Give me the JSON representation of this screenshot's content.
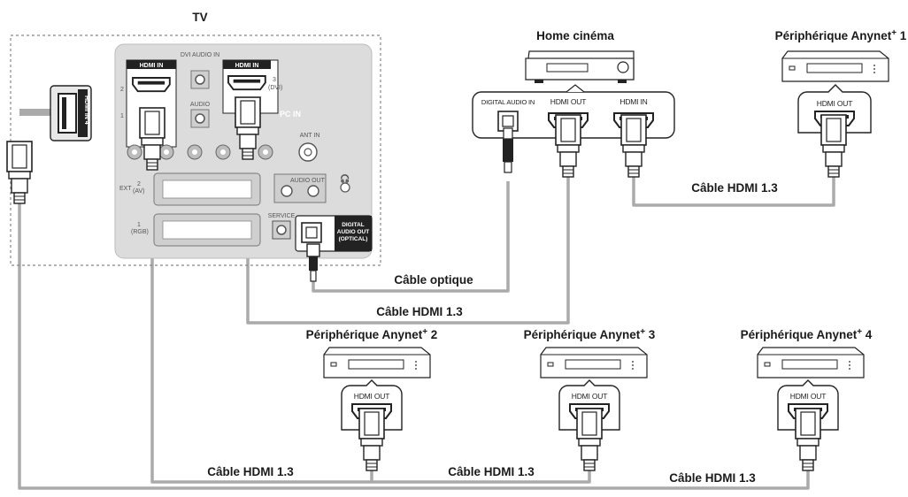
{
  "tv": {
    "label": "TV",
    "side_port_label": "HDMI IN 4",
    "panel": {
      "hdmi_in_label": "HDMI IN",
      "hdmi_in_3_label": "HDMI IN",
      "port_2": "2",
      "port_1": "1",
      "port_3": "3",
      "port_3_sub": "(DVI)",
      "dvi_audio_in": "DVI AUDIO IN",
      "audio": "AUDIO",
      "pc_in": "PC IN",
      "ant_in": "ANT IN",
      "ext": "EXT",
      "ext_2": "2",
      "ext_2_sub": "(AV)",
      "ext_1": "1",
      "ext_1_sub": "(RGB)",
      "audio_out": "AUDIO OUT",
      "service": "SERVICE",
      "digital_audio_out": [
        "DIGITAL",
        "AUDIO OUT",
        "(OPTICAL)"
      ]
    }
  },
  "home_cinema": {
    "label": "Home cinéma",
    "ports": [
      "DIGITAL AUDIO IN",
      "HDMI OUT",
      "HDMI IN"
    ]
  },
  "devices": [
    {
      "label": "Périphérique Anynet",
      "sup": "+",
      "num": " 1",
      "port": "HDMI OUT"
    },
    {
      "label": "Périphérique Anynet",
      "sup": "+",
      "num": " 2",
      "port": "HDMI OUT"
    },
    {
      "label": "Périphérique Anynet",
      "sup": "+",
      "num": " 3",
      "port": "HDMI OUT"
    },
    {
      "label": "Périphérique Anynet",
      "sup": "+",
      "num": " 4",
      "port": "HDMI OUT"
    }
  ],
  "cables": {
    "hc_to_dev1": "Câble HDMI 1.3",
    "optical": "Câble optique",
    "tv_to_hc": "Câble HDMI 1.3",
    "tv_to_dev2": "Câble HDMI 1.3",
    "dev2_to_dev3": "Câble HDMI 1.3",
    "tv_to_dev4": "Câble HDMI 1.3"
  }
}
